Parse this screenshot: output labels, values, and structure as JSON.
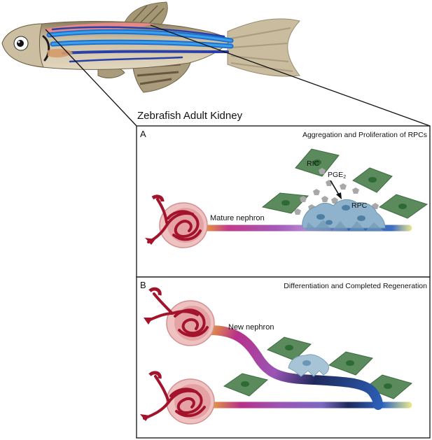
{
  "figure": {
    "title": "Zebrafish Adult Kidney",
    "panel_a": {
      "letter": "A",
      "heading": "Aggregation and Proliferation of RPCs",
      "label_ric": "RIC",
      "label_pge": "PGE",
      "label_pge_sub": "2",
      "label_rpc": "RPC",
      "label_nephron": "Mature nephron"
    },
    "panel_b": {
      "letter": "B",
      "heading": "Differentiation and Completed Regeneration",
      "label_nephron": "New nephron"
    }
  },
  "colors": {
    "panel_border": "#222222",
    "ric_cell": "#5b8a5d",
    "ric_nucleus": "#2e6b34",
    "rpc_cell": "#8fb3cc",
    "glomerulus": "#e8a9a9",
    "vessel": "#a3132c",
    "pge": "#a8a8a8",
    "fish_stripe": "#1f6fd1",
    "fish_body": "#cbbea1"
  }
}
